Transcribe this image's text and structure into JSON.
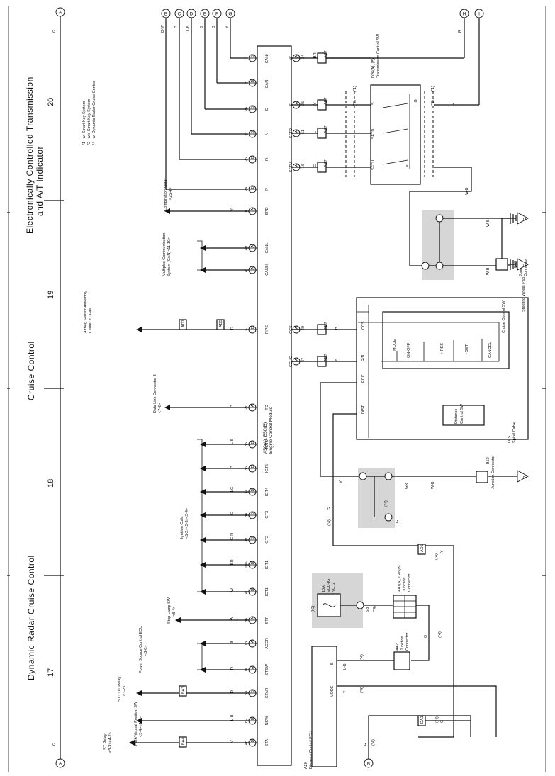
{
  "sections": {
    "title_1": "Electronically Controlled Transmission",
    "title_2": "and A/T Indicator",
    "title_cruise": "Cruise Control",
    "title_drcc": "Dynamic Radar Cruise Control",
    "n20": "20",
    "n19": "19",
    "n18": "18",
    "n17": "17"
  },
  "notes": {
    "n1": "*1 : w/ Smart Key System",
    "n2": "*2 : w/o Smart Key System",
    "n4": "*4 : w/ Dynamic Radar Cruise Control"
  },
  "frame": {
    "a_top": "A",
    "a_bottom": "A",
    "g_top": "G",
    "g_bottom": "G",
    "b_bottom": "B",
    "r_bottom": "R",
    "m4_bottom": "(*4)"
  },
  "top_refs": [
    "B",
    "C",
    "D",
    "E",
    "F",
    "G",
    "H",
    "I"
  ],
  "ecm": {
    "code": "A50(A), B50(B)",
    "name": "Engine Control Module",
    "pins": [
      {
        "pin": "1",
        "conn": "B",
        "label": "CAN+",
        "wire": "Y"
      },
      {
        "pin": "2",
        "conn": "B",
        "label": "CAN+",
        "wire": "B"
      },
      {
        "pin": "26",
        "conn": "B",
        "label": "D",
        "wire": "G"
      },
      {
        "pin": "27",
        "conn": "B",
        "label": "N",
        "wire": "L-B"
      },
      {
        "pin": "25",
        "conn": "B",
        "label": "R",
        "wire": "P"
      },
      {
        "pin": "24",
        "conn": "B",
        "label": "P",
        "wire": "B-W"
      },
      {
        "pin": "8",
        "conn": "A",
        "label": "SPD",
        "wire": "V"
      },
      {
        "pin": "49",
        "conn": "A",
        "label": "CANL",
        "wire": ""
      },
      {
        "pin": "41",
        "conn": "A",
        "label": "CANH",
        "wire": ""
      },
      {
        "pin": "6",
        "conn": "B",
        "label": "FIPS",
        "wire": "R"
      },
      {
        "pin": "27",
        "conn": "A",
        "label": "TC",
        "wire": "P"
      },
      {
        "pin": "35",
        "conn": "B",
        "label": "IGT6",
        "wire": "L-B"
      },
      {
        "pin": "36",
        "conn": "B",
        "label": "IGT5",
        "wire": "P"
      },
      {
        "pin": "37",
        "conn": "B",
        "label": "IGT4",
        "wire": "LG"
      },
      {
        "pin": "38",
        "conn": "B",
        "label": "IGT3",
        "wire": "G"
      },
      {
        "pin": "39",
        "conn": "B",
        "label": "IGT2",
        "wire": "G-R"
      },
      {
        "pin": "106",
        "conn": "B",
        "label": "IGT1",
        "wire": "BR"
      },
      {
        "pin": "40",
        "conn": "B",
        "label": "IGT1",
        "wire": "W"
      },
      {
        "pin": "36",
        "conn": "A",
        "label": "STP",
        "wire": "W"
      },
      {
        "pin": "13",
        "conn": "A",
        "label": "ACCR",
        "wire": "B"
      },
      {
        "pin": "14",
        "conn": "A",
        "label": "STSW",
        "wire": "R"
      },
      {
        "pin": "63",
        "conn": "B",
        "label": "STAR",
        "wire": "R"
      },
      {
        "pin": "62",
        "conn": "B",
        "label": "NSW",
        "wire": "L-B"
      },
      {
        "pin": "48",
        "conn": "B",
        "label": "STA",
        "wire": "V"
      }
    ],
    "right_pins": [
      {
        "pin": "24",
        "conn": "A",
        "label": "W",
        "wire": "BR"
      },
      {
        "pin": "25",
        "conn": "A",
        "label": "S",
        "wire": "Y"
      },
      {
        "pin": "51",
        "conn": "A",
        "label": "SFTD",
        "wire": "L"
      },
      {
        "pin": "16",
        "conn": "A",
        "label": "SFTU",
        "wire": "G"
      },
      {
        "pin": "40",
        "conn": "A",
        "label": "CCS",
        "wire": "B"
      },
      {
        "pin": "37",
        "conn": "A",
        "label": "CCHG",
        "wire": "Y"
      }
    ]
  },
  "left_components": {
    "combo": [
      "Combination Meter",
      "<25-4>"
    ],
    "mplex": [
      "Multiplex Communication",
      "System (CAN)<11-10>"
    ],
    "airbag": [
      "Airbag Sensor Assembly",
      "Center <13-4>"
    ],
    "dlc": [
      "Data Link Connector 3",
      "<7-2>"
    ],
    "coils": [
      "Ignition Coils",
      "<5-2><5-3><5-4>"
    ],
    "stop": [
      "Stop Lamp SW",
      "<8-4>"
    ],
    "psecu": [
      "Power Source Control ECU",
      "<3-6>"
    ],
    "stcut": [
      "ST CUT Relay",
      "<3-2>"
    ],
    "pnp": [
      "Park/Neutral Position SW",
      "<3-4><4-2>"
    ],
    "strelay": [
      "ST Relay",
      "<3-3><4-2>"
    ]
  },
  "splices": {
    "ad1": "AD1",
    "ad5": "AD5",
    "ad7": "AD7",
    "ba1": "BA1",
    "ba2": "BA2",
    "ea1": "EA1",
    "da1": "DA1",
    "ba3": "BA3",
    "ba4": "BA4",
    "ie1": "IE1",
    "ie2": "IE2",
    "ie3": "IE3"
  },
  "trans_sw": {
    "code": "D26(A), (B)",
    "name": "Transmission Control SW",
    "labels": [
      "S",
      "SFTD",
      "SFTU",
      "IG",
      "E"
    ],
    "multi": [
      "(*1)",
      "(*2)"
    ],
    "wire_g": "G",
    "wire_r": "R",
    "wire_wb": "W-B"
  },
  "right_parts": {
    "d53": [
      "D53",
      "Junction",
      "Connector"
    ],
    "d1": "D1",
    "d2": "D2",
    "steering": "Steering Wheel Pad",
    "cruise_sw": "Cruise Control SW",
    "sw_items": [
      "MODE",
      "ON-OFF",
      "+ RES",
      "- SET",
      "CANCEL"
    ],
    "spiral_code": "D15",
    "spiral": "Spiral Cable",
    "dist_sw": [
      "Distance",
      "Control SW"
    ],
    "pins_sp": [
      "CCS",
      "R/N",
      "ECC",
      "DIST"
    ],
    "b52": [
      "B52",
      "Junction Connector"
    ],
    "b2": "B2",
    "fuse": [
      "10A",
      "ECU-IG",
      "NO. 2"
    ],
    "ig": "(IG)",
    "a41": [
      "A41(A), D46(B)",
      "Junction",
      "Connector"
    ],
    "a42": [
      "A42",
      "Junction",
      "Connector"
    ],
    "a20": [
      "A20",
      "Distance Control ECU"
    ],
    "ecu_pins": [
      "B",
      "MODE"
    ],
    "m4": "(*4)",
    "m1": "(*1)",
    "wires": [
      "W-B",
      "GR",
      "V",
      "O",
      "G",
      "SB",
      "L-B",
      "Y",
      "O",
      "R",
      "G"
    ]
  }
}
